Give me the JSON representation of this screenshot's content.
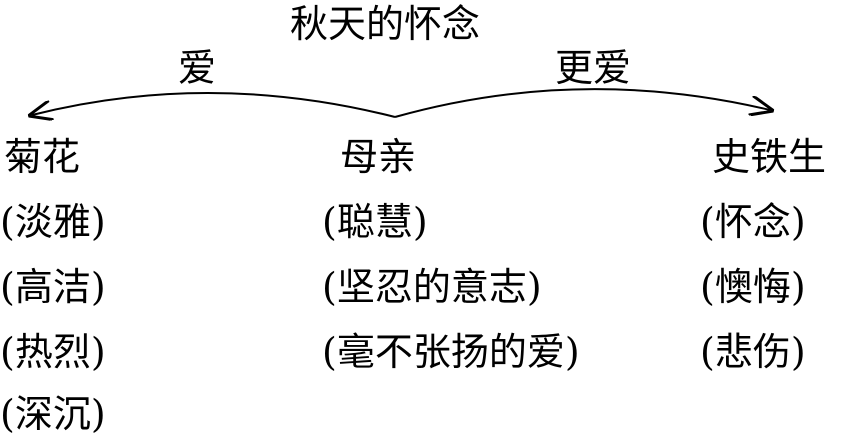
{
  "title": "秋天的怀念",
  "left_arrow_label": "爱",
  "right_arrow_label": "更爱",
  "columns": [
    {
      "heading": "菊花",
      "items": [
        "(淡雅)",
        "(高洁)",
        "(热烈)",
        "(深沉)"
      ]
    },
    {
      "heading": "母亲",
      "items": [
        "(聪慧)",
        "(坚忍的意志)",
        "(毫不张扬的爱)"
      ]
    },
    {
      "heading": "史铁生",
      "items": [
        "(怀念)",
        "(懊悔)",
        "(悲伤)"
      ]
    }
  ]
}
